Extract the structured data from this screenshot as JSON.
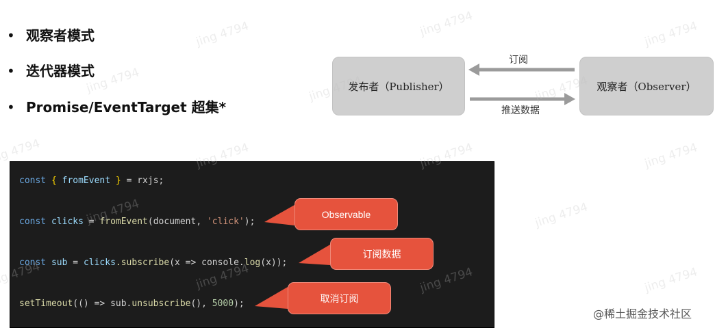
{
  "bullets": [
    {
      "marker": "•",
      "text": "观察者模式"
    },
    {
      "marker": "•",
      "text": "迭代器模式"
    },
    {
      "marker": "•",
      "text": "Promise/EventTarget 超集*"
    }
  ],
  "diagram": {
    "publisher_label": "发布者（Publisher）",
    "observer_label": "观察者（Observer）",
    "subscribe_label": "订阅",
    "push_label": "推送数据",
    "box_color": "#cfcfcf",
    "arrow_color": "#9b9b9b"
  },
  "code": {
    "line1": {
      "kw": "const",
      "open": "{",
      "name": "fromEvent",
      "close": "}",
      "eq": "=",
      "rhs": "rxjs;"
    },
    "line2": {
      "kw": "const",
      "name": "clicks",
      "eq": "=",
      "fn": "fromEvent",
      "args_a": "(document, ",
      "str": "'click'",
      "args_b": ");"
    },
    "line3": {
      "kw": "const",
      "name": "sub",
      "eq": "=",
      "obj": "clicks",
      "method": ".subscribe",
      "args": "(x => console.",
      "call": "log",
      "tail": "(x));"
    },
    "line4": {
      "fn": "setTimeout",
      "a": "(() => sub.",
      "method": "unsubscribe",
      "b": "(), ",
      "num": "5000",
      "c": ");"
    }
  },
  "callouts": {
    "observable": "Observable",
    "subscribe_data": "订阅数据",
    "unsubscribe": "取消订阅",
    "color": "#e6533d"
  },
  "watermark": "jing 4794",
  "credit": "@稀土掘金技术社区"
}
